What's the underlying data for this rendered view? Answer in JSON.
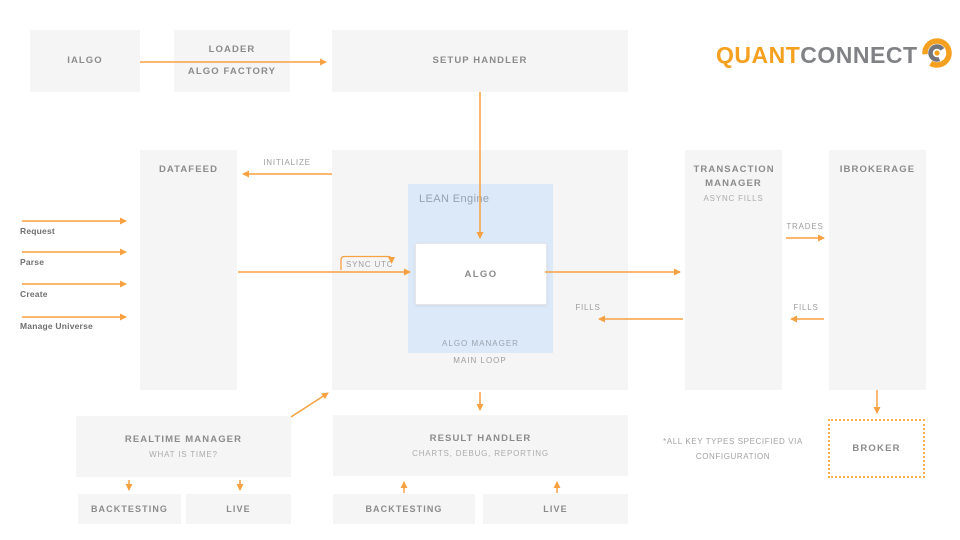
{
  "logo": {
    "quant": "QUANT",
    "connect": "CONNECT"
  },
  "colors": {
    "arrow_orange": "#F8A142",
    "logo_orange": "#F5A01E",
    "logo_gray": "#808285",
    "box_gray": "#F5F5F6",
    "box_text_gray": "#8B8B8B",
    "lean_blue": "#DCE9F8",
    "broker_border_orange": "#F9B04C"
  },
  "boxes": {
    "ialgo": "IALGO",
    "loader_line1": "LOADER",
    "loader_line2": "ALGO FACTORY",
    "setup_handler": "SETUP HANDLER",
    "datafeed": "DATAFEED",
    "lean_engine": "LEAN Engine",
    "algo": "ALGO",
    "algo_manager": "ALGO MANAGER",
    "main_loop": "MAIN LOOP",
    "transaction_manager": "TRANSACTION MANAGER",
    "transaction_manager_sub": "ASYNC FILLS",
    "ibrokerage": "IBROKERAGE",
    "broker": "BROKER",
    "realtime_manager": "REALTIME MANAGER",
    "realtime_manager_sub": "WHAT IS TIME?",
    "result_handler": "RESULT HANDLER",
    "result_handler_sub": "CHARTS, DEBUG, REPORTING",
    "backtesting_left": "BACKTESTING",
    "live_left": "LIVE",
    "backtesting_center": "BACKTESTING",
    "live_center": "LIVE"
  },
  "arrow_labels": {
    "initialize": "INITIALIZE",
    "sync_utc": "SYNC UTC",
    "fills_engine": "FILLS",
    "trades": "TRADES",
    "fills_broker": "FILLS"
  },
  "datafeed_inputs": [
    "Request",
    "Parse",
    "Create",
    "Manage Universe"
  ],
  "note": {
    "line1": "*ALL KEY TYPES SPECIFIED VIA",
    "line2": "CONFIGURATION"
  }
}
